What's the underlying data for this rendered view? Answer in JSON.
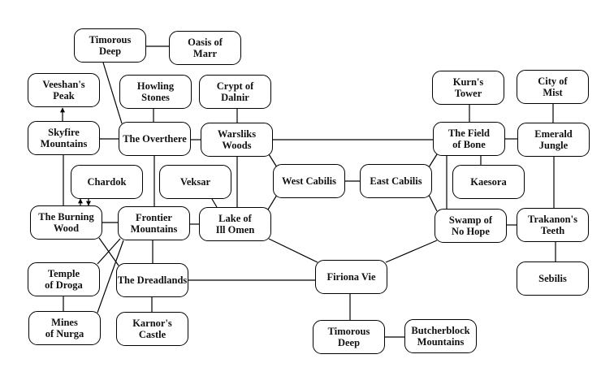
{
  "diagram": {
    "type": "zone-connection-map",
    "colors": {
      "line": "#000000",
      "node_fill": "#ffffff",
      "text": "#111111"
    },
    "nodes": [
      {
        "id": "timorous-deep-top",
        "label": "Timorous\nDeep"
      },
      {
        "id": "oasis-of-marr",
        "label": "Oasis of\nMarr"
      },
      {
        "id": "veeshans-peak",
        "label": "Veeshan's\nPeak"
      },
      {
        "id": "howling-stones",
        "label": "Howling\nStones"
      },
      {
        "id": "crypt-of-dalnir",
        "label": "Crypt of\nDalnir"
      },
      {
        "id": "kurns-tower",
        "label": "Kurn's\nTower"
      },
      {
        "id": "city-of-mist",
        "label": "City of\nMist"
      },
      {
        "id": "skyfire-mountains",
        "label": "Skyfire\nMountains"
      },
      {
        "id": "the-overthere",
        "label": "The Overthere"
      },
      {
        "id": "warsliks-woods",
        "label": "Warsliks\nWoods"
      },
      {
        "id": "the-field-of-bone",
        "label": "The Field\nof Bone"
      },
      {
        "id": "emerald-jungle",
        "label": "Emerald\nJungle"
      },
      {
        "id": "chardok",
        "label": "Chardok"
      },
      {
        "id": "veksar",
        "label": "Veksar"
      },
      {
        "id": "west-cabilis",
        "label": "West Cabilis"
      },
      {
        "id": "east-cabilis",
        "label": "East Cabilis"
      },
      {
        "id": "kaesora",
        "label": "Kaesora"
      },
      {
        "id": "the-burning-wood",
        "label": "The Burning\nWood"
      },
      {
        "id": "frontier-mountains",
        "label": "Frontier\nMountains"
      },
      {
        "id": "lake-of-ill-omen",
        "label": "Lake of\nIll Omen"
      },
      {
        "id": "swamp-of-no-hope",
        "label": "Swamp of\nNo Hope"
      },
      {
        "id": "trakanons-teeth",
        "label": "Trakanon's\nTeeth"
      },
      {
        "id": "temple-of-droga",
        "label": "Temple\nof Droga"
      },
      {
        "id": "the-dreadlands",
        "label": "The Dreadlands"
      },
      {
        "id": "firiona-vie",
        "label": "Firiona Vie"
      },
      {
        "id": "sebilis",
        "label": "Sebilis"
      },
      {
        "id": "mines-of-nurga",
        "label": "Mines\nof Nurga"
      },
      {
        "id": "karnors-castle",
        "label": "Karnor's\nCastle"
      },
      {
        "id": "timorous-deep-bottom",
        "label": "Timorous\nDeep"
      },
      {
        "id": "butcherblock-mountains",
        "label": "Butcherblock\nMountains"
      }
    ],
    "edges": [
      {
        "from": "timorous-deep-top",
        "to": "oasis-of-marr"
      },
      {
        "from": "timorous-deep-top",
        "to": "the-overthere"
      },
      {
        "from": "skyfire-mountains",
        "to": "veeshans-peak",
        "arrow": "to"
      },
      {
        "from": "howling-stones",
        "to": "the-overthere"
      },
      {
        "from": "crypt-of-dalnir",
        "to": "warsliks-woods"
      },
      {
        "from": "kurns-tower",
        "to": "the-field-of-bone"
      },
      {
        "from": "city-of-mist",
        "to": "emerald-jungle"
      },
      {
        "from": "skyfire-mountains",
        "to": "the-overthere"
      },
      {
        "from": "the-overthere",
        "to": "warsliks-woods"
      },
      {
        "from": "warsliks-woods",
        "to": "the-field-of-bone"
      },
      {
        "from": "the-field-of-bone",
        "to": "emerald-jungle"
      },
      {
        "from": "skyfire-mountains",
        "to": "the-burning-wood"
      },
      {
        "from": "the-overthere",
        "to": "frontier-mountains"
      },
      {
        "from": "warsliks-woods",
        "to": "lake-of-ill-omen"
      },
      {
        "from": "warsliks-woods",
        "to": "west-cabilis"
      },
      {
        "from": "west-cabilis",
        "to": "east-cabilis"
      },
      {
        "from": "west-cabilis",
        "to": "lake-of-ill-omen"
      },
      {
        "from": "east-cabilis",
        "to": "the-field-of-bone"
      },
      {
        "from": "east-cabilis",
        "to": "swamp-of-no-hope"
      },
      {
        "from": "the-field-of-bone",
        "to": "kaesora"
      },
      {
        "from": "the-field-of-bone",
        "to": "swamp-of-no-hope"
      },
      {
        "from": "emerald-jungle",
        "to": "trakanons-teeth"
      },
      {
        "from": "the-burning-wood",
        "to": "chardok",
        "arrow": "to"
      },
      {
        "from": "chardok",
        "to": "the-burning-wood",
        "arrow": "to"
      },
      {
        "from": "veksar",
        "to": "lake-of-ill-omen"
      },
      {
        "from": "the-burning-wood",
        "to": "frontier-mountains"
      },
      {
        "from": "frontier-mountains",
        "to": "lake-of-ill-omen"
      },
      {
        "from": "the-burning-wood",
        "to": "the-dreadlands"
      },
      {
        "from": "frontier-mountains",
        "to": "temple-of-droga"
      },
      {
        "from": "frontier-mountains",
        "to": "mines-of-nurga"
      },
      {
        "from": "frontier-mountains",
        "to": "the-dreadlands"
      },
      {
        "from": "lake-of-ill-omen",
        "to": "firiona-vie"
      },
      {
        "from": "swamp-of-no-hope",
        "to": "firiona-vie"
      },
      {
        "from": "swamp-of-no-hope",
        "to": "trakanons-teeth"
      },
      {
        "from": "trakanons-teeth",
        "to": "sebilis"
      },
      {
        "from": "temple-of-droga",
        "to": "mines-of-nurga"
      },
      {
        "from": "the-dreadlands",
        "to": "firiona-vie"
      },
      {
        "from": "the-dreadlands",
        "to": "karnors-castle"
      },
      {
        "from": "firiona-vie",
        "to": "timorous-deep-bottom"
      },
      {
        "from": "timorous-deep-bottom",
        "to": "butcherblock-mountains"
      }
    ]
  }
}
